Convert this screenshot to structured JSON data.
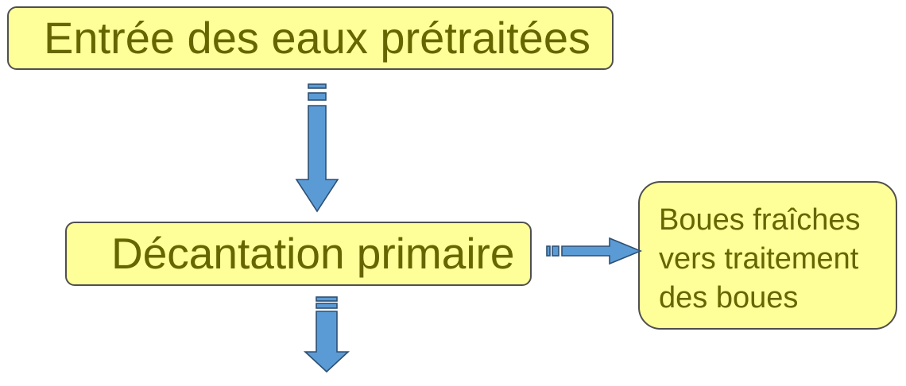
{
  "diagram": {
    "nodes": {
      "entree": {
        "label": "Entrée des eaux prétraitées"
      },
      "decantation": {
        "label": "Décantation primaire"
      },
      "boues": {
        "lines": [
          "Boues fraîches",
          "vers traitement",
          "des boues"
        ]
      }
    },
    "edges": [
      {
        "from": "entree",
        "to": "decantation"
      },
      {
        "from": "decantation",
        "to": "boues"
      },
      {
        "from": "decantation",
        "to": "next-stage"
      }
    ],
    "colors": {
      "node_fill": "#ffff99",
      "node_border": "#4f4f4f",
      "node_text": "#666600",
      "arrow_fill": "#5b9bd5",
      "arrow_stroke": "#2e4f73"
    }
  }
}
